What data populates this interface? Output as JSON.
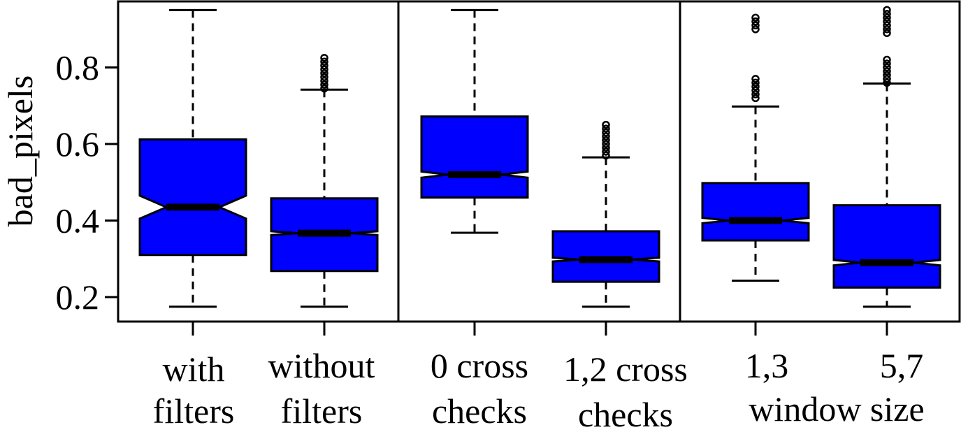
{
  "chart_data": {
    "type": "boxplot",
    "notched": true,
    "ylabel": "bad_pixels",
    "ylim": [
      0.16,
      0.97
    ],
    "yticks": [
      0.2,
      0.4,
      0.6,
      0.8
    ],
    "ytick_labels": [
      "0.2",
      "0.4",
      "0.6",
      "0.8"
    ],
    "grid": false,
    "colors": {
      "box_fill": "#0000ff",
      "stroke": "#000000",
      "outlier": "#000000"
    },
    "panels": [
      {
        "boxes": [
          {
            "label_lines": [
              "with",
              "filters"
            ],
            "min": 0.175,
            "q1": 0.31,
            "median": 0.435,
            "q3": 0.612,
            "max": 0.95,
            "notch_low": 0.405,
            "notch_high": 0.465,
            "outliers": []
          },
          {
            "label_lines": [
              "without",
              "filters"
            ],
            "min": 0.175,
            "q1": 0.268,
            "median": 0.367,
            "q3": 0.458,
            "max": 0.742,
            "notch_low": 0.362,
            "notch_high": 0.372,
            "outliers": [
              0.745,
              0.755,
              0.765,
              0.775,
              0.785,
              0.795,
              0.805,
              0.815,
              0.825
            ]
          }
        ]
      },
      {
        "boxes": [
          {
            "label_lines": [
              "0 cross",
              "checks"
            ],
            "min": 0.368,
            "q1": 0.46,
            "median": 0.52,
            "q3": 0.672,
            "max": 0.95,
            "notch_low": 0.512,
            "notch_high": 0.528,
            "outliers": []
          },
          {
            "label_lines": [
              "1,2 cross",
              "checks"
            ],
            "min": 0.175,
            "q1": 0.24,
            "median": 0.298,
            "q3": 0.372,
            "max": 0.565,
            "notch_low": 0.293,
            "notch_high": 0.303,
            "outliers": [
              0.57,
              0.58,
              0.59,
              0.6,
              0.61,
              0.62,
              0.63,
              0.64,
              0.65
            ]
          }
        ]
      },
      {
        "boxes": [
          {
            "label_lines": [
              "1,3",
              "window size"
            ],
            "min": 0.243,
            "q1": 0.348,
            "median": 0.4,
            "q3": 0.498,
            "max": 0.698,
            "notch_low": 0.393,
            "notch_high": 0.407,
            "outliers": [
              0.72,
              0.73,
              0.74,
              0.75,
              0.76,
              0.77,
              0.9,
              0.91,
              0.92,
              0.93
            ]
          }
        ]
      }
    ],
    "extra_boxes_panel3": [
      {
        "label_lines": [
          "5,7",
          ""
        ],
        "min": 0.175,
        "q1": 0.225,
        "median": 0.29,
        "q3": 0.44,
        "max": 0.758,
        "notch_low": 0.283,
        "notch_high": 0.297,
        "outliers": [
          0.76,
          0.77,
          0.78,
          0.79,
          0.8,
          0.81,
          0.82,
          0.89,
          0.9,
          0.91,
          0.92,
          0.93,
          0.94,
          0.95
        ]
      }
    ]
  }
}
